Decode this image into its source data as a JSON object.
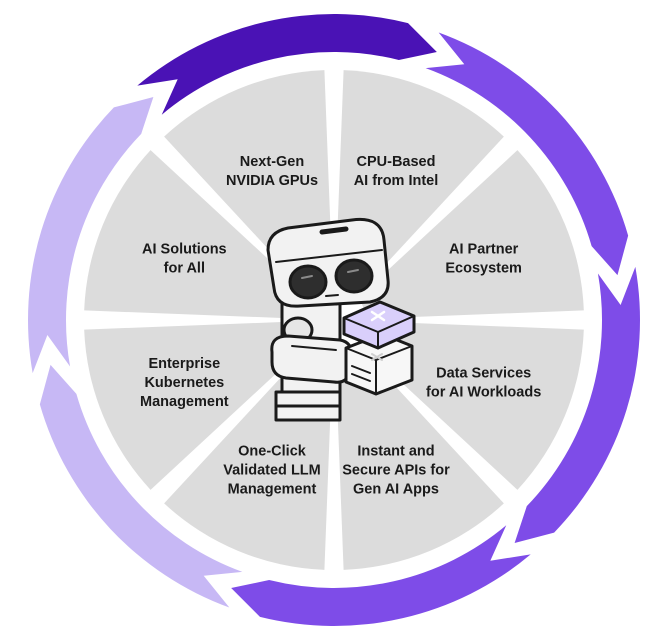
{
  "diagram": {
    "segments": [
      {
        "id": "next-gen-gpus",
        "lines": [
          "Next-Gen",
          "NVIDIA GPUs"
        ]
      },
      {
        "id": "cpu-based-ai",
        "lines": [
          "CPU-Based",
          "AI from Intel"
        ]
      },
      {
        "id": "ai-partner-ecosystem",
        "lines": [
          "AI Partner",
          "Ecosystem"
        ]
      },
      {
        "id": "data-services",
        "lines": [
          "Data Services",
          "for AI Workloads"
        ]
      },
      {
        "id": "instant-secure-apis",
        "lines": [
          "Instant and",
          "Secure APIs for",
          "Gen AI Apps"
        ]
      },
      {
        "id": "one-click-llm",
        "lines": [
          "One-Click",
          "Validated LLM",
          "Management"
        ]
      },
      {
        "id": "enterprise-kubernetes",
        "lines": [
          "Enterprise",
          "Kubernetes",
          "Management"
        ]
      },
      {
        "id": "ai-solutions-for-all",
        "lines": [
          "AI Solutions",
          "for All"
        ]
      }
    ],
    "colors": {
      "segment_fill": "#dcdcdc",
      "segment_gap": "#ffffff",
      "arrow_dark": "#4a12b5",
      "arrow_mid": "#7e4ce8",
      "arrow_light": "#c7b8f5",
      "outline": "#1a1a1a",
      "robot_body": "#f2f2f2",
      "robot_eye": "#2e2e2e",
      "chip_accent": "#d9cffb"
    },
    "center_icon": "robot-icon"
  }
}
